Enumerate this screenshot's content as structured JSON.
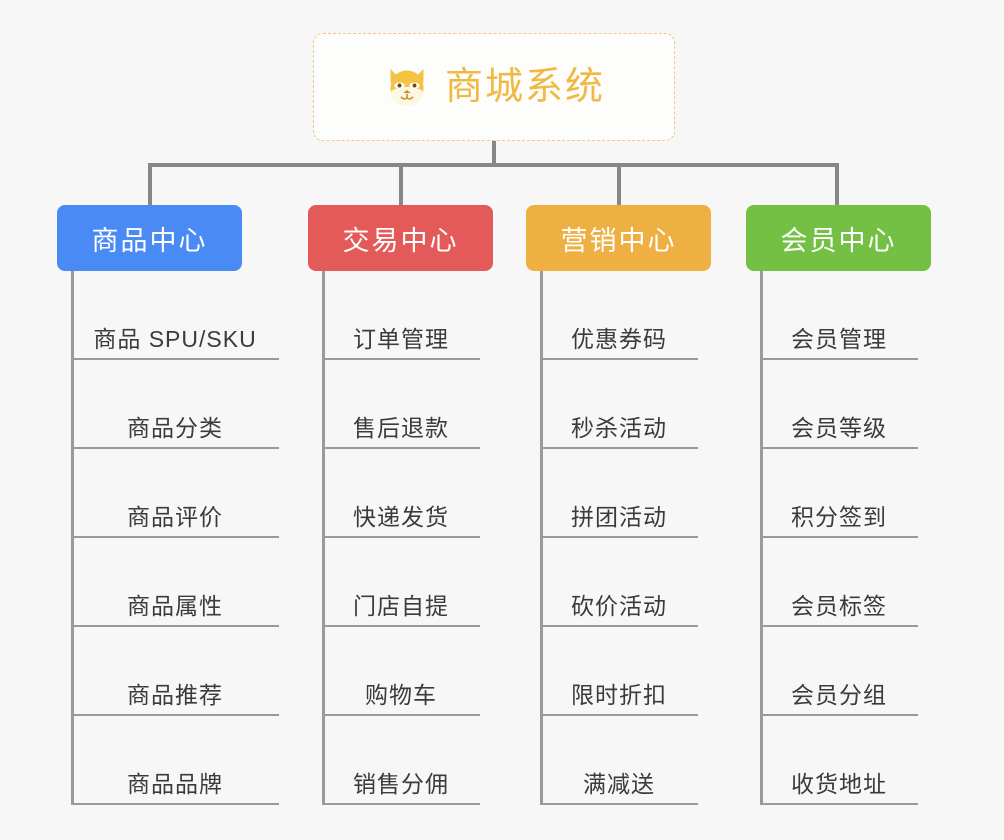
{
  "page": {
    "background_color": "#f7f7f7",
    "line_color": "#9a9a9a"
  },
  "root": {
    "title": "商城系统",
    "icon": "shiba-dog-face-icon",
    "border_color": "#f0c87a",
    "text_color": "#f2b844"
  },
  "columns": [
    {
      "id": "product-center",
      "label": "商品中心",
      "color": "#4a8af4",
      "items": [
        "商品 SPU/SKU",
        "商品分类",
        "商品评价",
        "商品属性",
        "商品推荐",
        "商品品牌"
      ]
    },
    {
      "id": "trade-center",
      "label": "交易中心",
      "color": "#e45a58",
      "items": [
        "订单管理",
        "售后退款",
        "快递发货",
        "门店自提",
        "购物车",
        "销售分佣"
      ]
    },
    {
      "id": "marketing-center",
      "label": "营销中心",
      "color": "#eeaf43",
      "items": [
        "优惠券码",
        "秒杀活动",
        "拼团活动",
        "砍价活动",
        "限时折扣",
        "满减送"
      ]
    },
    {
      "id": "member-center",
      "label": "会员中心",
      "color": "#74c044",
      "items": [
        "会员管理",
        "会员等级",
        "积分签到",
        "会员标签",
        "会员分组",
        "收货地址"
      ]
    }
  ]
}
